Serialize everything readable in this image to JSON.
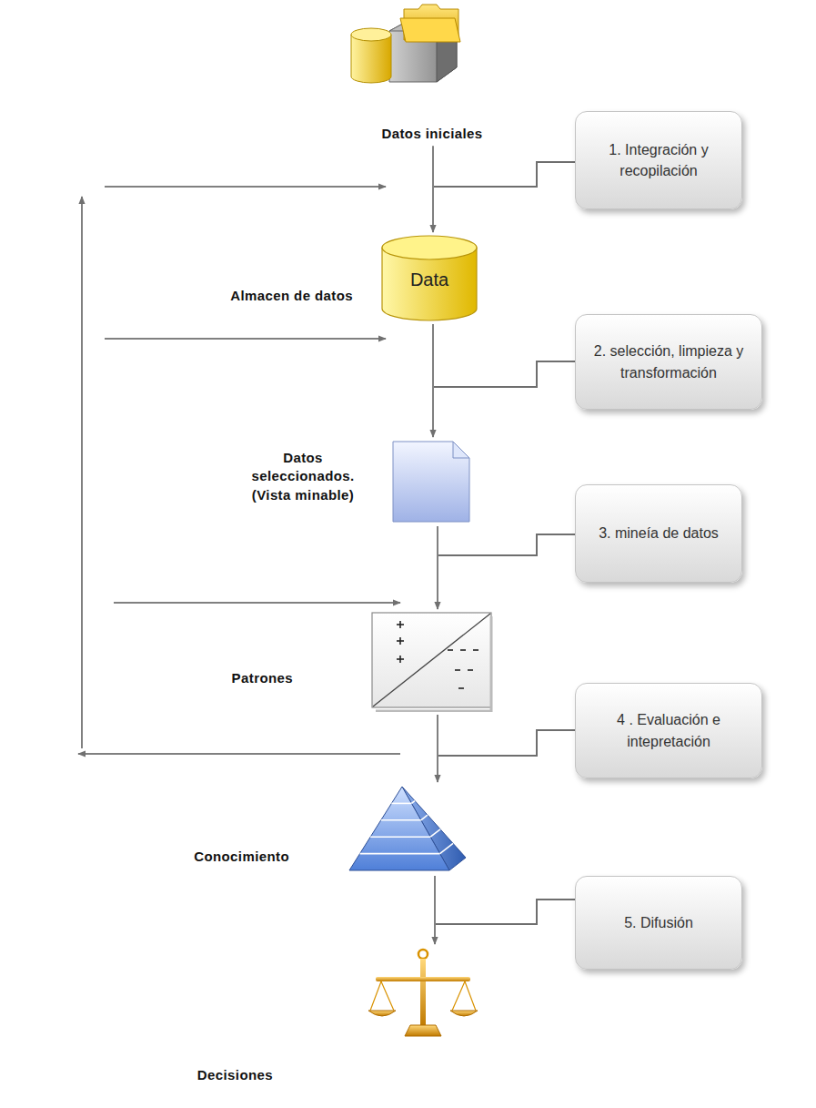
{
  "diagram": {
    "nodes": [
      {
        "text": [
          "Datos iniciales"
        ]
      },
      {
        "text": [
          "1. Integración y recopilación"
        ]
      },
      {
        "text": [
          "Almacen de datos",
          "Data"
        ]
      },
      {
        "text": [
          "2. selección, limpieza y transformación"
        ]
      },
      {
        "text": [
          "Datos seleccionados. (Vista minable)"
        ]
      },
      {
        "text": [
          "3. mineía de datos"
        ]
      },
      {
        "text": [
          "Patrones"
        ]
      },
      {
        "text": [
          "4 . Evaluación e intepretación"
        ]
      },
      {
        "text": [
          "Conocimiento"
        ]
      },
      {
        "text": [
          "5. Difusión"
        ]
      },
      {
        "text": [
          "Decisiones"
        ]
      }
    ],
    "edges": [
      {
        "from": 0,
        "to": 2,
        "arrow": "to"
      },
      {
        "from": 2,
        "to": 4,
        "arrow": "to"
      },
      {
        "from": 4,
        "to": 6,
        "arrow": "to"
      },
      {
        "from": 6,
        "to": 8,
        "arrow": "to"
      },
      {
        "from": 8,
        "to": 10,
        "arrow": "to"
      }
    ]
  }
}
